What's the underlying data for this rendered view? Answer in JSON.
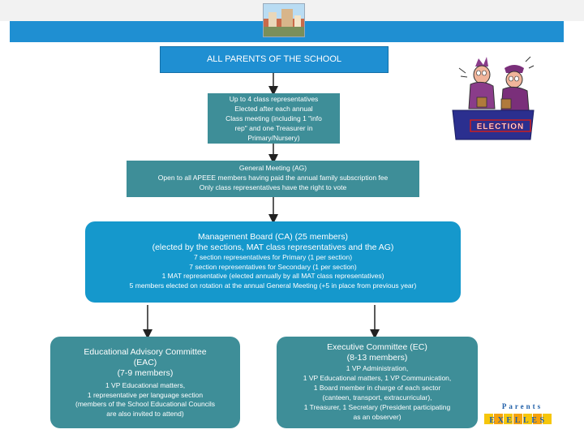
{
  "top_box": "ALL PARENTS OF THE SCHOOL",
  "class_reps": [
    "Up to 4 class representatives",
    "Elected after each annual",
    "Class meeting (including 1 \"info",
    "rep\" and one Treasurer in",
    "Primary/Nursery)"
  ],
  "general_meeting": [
    "General Meeting (AG)",
    "Open to all APEEE members having paid the annual family subscription fee",
    "Only class representatives have the right to vote"
  ],
  "management_board": {
    "title": [
      "Management Board (CA) (25 members)",
      "(elected by the sections, MAT class representatives and the AG)"
    ],
    "details": [
      "7 section representatives for Primary (1 per section)",
      "7 section representatives for Secondary (1 per section)",
      "1 MAT representative (elected annually by all MAT class representatives)",
      "5 members elected on rotation at the annual General Meeting (+5 in place from previous year)"
    ]
  },
  "eac": {
    "title": [
      "Educational Advisory Committee",
      "(EAC)",
      "(7-9 members)"
    ],
    "details": [
      "1 VP Educational matters,",
      "1 representative per language section",
      "(members of the School Educational Councils",
      "are also invited to attend)"
    ]
  },
  "ec": {
    "title": [
      "Executive Committee (EC)",
      "(8-13 members)"
    ],
    "details": [
      "1 VP Administration,",
      "1 VP Educational matters, 1 VP Communication,",
      "1 Board member in charge of each sector",
      "(canteen, transport, extracurricular),",
      "1 Treasurer, 1 Secretary (President participating",
      "as an observer)"
    ]
  },
  "election_sign": "ELECTION",
  "logo": {
    "line1": "Parents",
    "line2": "EXELLES"
  },
  "colors": {
    "banner": "#1f8fd2",
    "teal": "#3e8e98",
    "blue": "#1598cc",
    "election": "#cc1f1f"
  }
}
